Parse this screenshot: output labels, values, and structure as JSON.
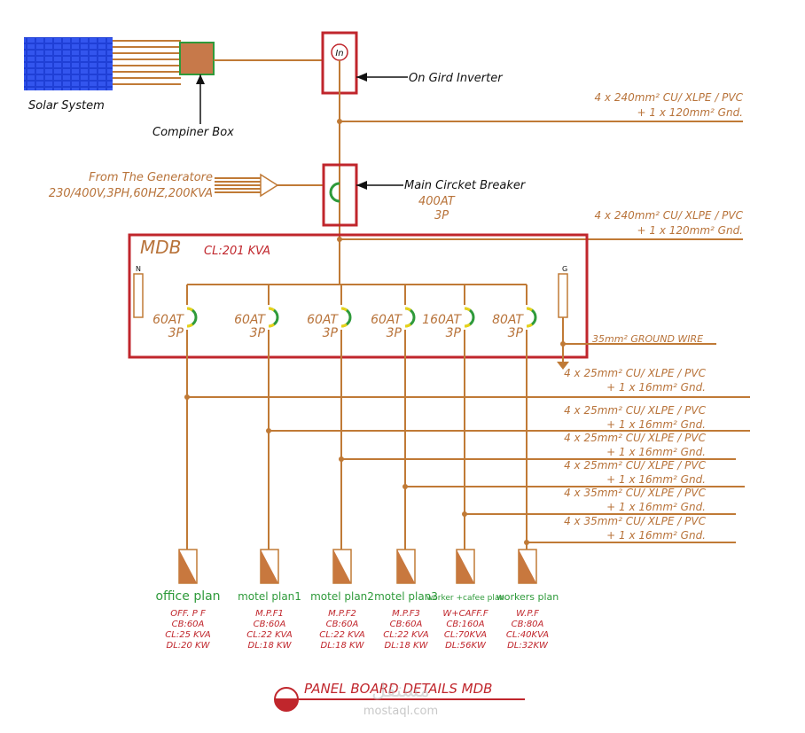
{
  "colors": {
    "wire": "#c07a36",
    "red": "#c0262c",
    "green": "#2e9a3a",
    "solar": "#1f3fd6"
  },
  "labels": {
    "solar_system": "Solar System",
    "combiner_box": "Compiner Box",
    "inverter_symbol": "In",
    "inverter": "On Gird Inverter",
    "generator_line1": "From The Generatore",
    "generator_line2": "230/400V,3PH,60HZ,200KVA",
    "main_breaker": "Main Circket Breaker",
    "main_breaker_rating": "400AT",
    "main_breaker_poles": "3P",
    "mdb_title": "MDB",
    "mdb_cl": "CL:201 KVA",
    "neutral": "N",
    "ground": "G",
    "ground_wire": "35mm² GROUND WIRE",
    "footer_title": "PANEL BOARD DETAILS MDB",
    "watermark_ar": "مستقل",
    "watermark_en": "mostaql.com"
  },
  "cables": {
    "top1": {
      "line1": "4  x 240mm²  CU/ XLPE / PVC",
      "line2": "+ 1 x 120mm² Gnd."
    },
    "top2": {
      "line1": "4  x 240mm²  CU/ XLPE / PVC",
      "line2": "+ 1 x 120mm² Gnd."
    },
    "feeders": [
      {
        "line1": "4  x 25mm²  CU/ XLPE / PVC",
        "line2": "+ 1 x 16mm² Gnd."
      },
      {
        "line1": "4  x 25mm²  CU/ XLPE / PVC",
        "line2": "+ 1 x 16mm² Gnd."
      },
      {
        "line1": "4  x 25mm²  CU/ XLPE / PVC",
        "line2": "+ 1 x 16mm² Gnd."
      },
      {
        "line1": "4  x 25mm²  CU/ XLPE / PVC",
        "line2": "+ 1 x 16mm² Gnd."
      },
      {
        "line1": "4  x 35mm²  CU/ XLPE / PVC",
        "line2": "+ 1 x 16mm² Gnd."
      },
      {
        "line1": "4  x 35mm²  CU/ XLPE / PVC",
        "line2": "+ 1 x 16mm² Gnd."
      }
    ]
  },
  "breakers": [
    {
      "rating": "60AT",
      "poles": "3P"
    },
    {
      "rating": "60AT",
      "poles": "3P"
    },
    {
      "rating": "60AT",
      "poles": "3P"
    },
    {
      "rating": "60AT",
      "poles": "3P"
    },
    {
      "rating": "160AT",
      "poles": "3P"
    },
    {
      "rating": "80AT",
      "poles": "3P"
    }
  ],
  "loads": [
    {
      "name": "office plan",
      "code": "OFF. P F",
      "cb": "CB:60A",
      "cl": "CL:25 KVA",
      "dl": "DL:20 KW"
    },
    {
      "name": "motel plan1",
      "code": "M.P.F1",
      "cb": "CB:60A",
      "cl": "CL:22 KVA",
      "dl": "DL:18 KW"
    },
    {
      "name": "motel plan2",
      "code": "M.P.F2",
      "cb": "CB:60A",
      "cl": "CL:22 KVA",
      "dl": "DL:18 KW"
    },
    {
      "name": "motel plan3",
      "code": "M.P.F3",
      "cb": "CB:60A",
      "cl": "CL:22 KVA",
      "dl": "DL:18 KW"
    },
    {
      "name": "worker +cafee plan",
      "code": "W+CAFF.F",
      "cb": "CB:160A",
      "cl": "CL:70KVA",
      "dl": "DL:56KW"
    },
    {
      "name": "workers plan",
      "code": "W.P.F",
      "cb": "CB:80A",
      "cl": "CL:40KVA",
      "dl": "DL:32KW"
    }
  ]
}
